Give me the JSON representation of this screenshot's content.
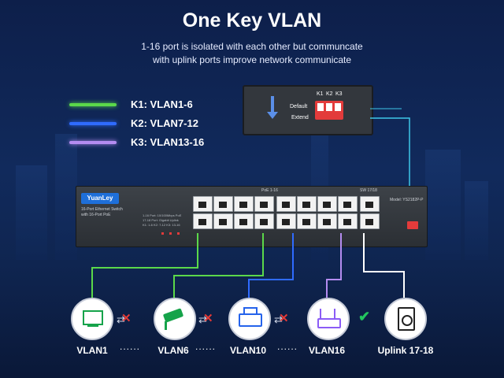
{
  "title": "One Key VLAN",
  "subtitle": {
    "line1": "1-16 port is isolated with each other but communcate",
    "line2": "with uplink ports improve network communicate"
  },
  "legend": [
    {
      "label": "K1: VLAN1-6",
      "color": "#5bd84a"
    },
    {
      "label": "K2: VLAN7-12",
      "color": "#2f6bff"
    },
    {
      "label": "K3: VLAN13-16",
      "color": "#b48cf0"
    }
  ],
  "callout": {
    "keys": [
      "K1",
      "K2",
      "K3"
    ],
    "default_label": "Default",
    "extend_label": "Extend",
    "line_color": "#3fc7e8"
  },
  "switch": {
    "brand": "YuanLey",
    "description": "16-Port Ethernet Switch with 16-Port PoE",
    "model": "Model: YS2182P-P",
    "poe_header": "PoE 1-16",
    "uplink_header": "SW 17/18",
    "specs": [
      "1-16 Port: 10/100Mbps PoE",
      "17-18 Port: Gigabit Uplink",
      "K1: 1-6  K2: 7-12  K3: 13-16"
    ]
  },
  "devices": [
    {
      "label": "VLAN1",
      "icon": "monitor-icon"
    },
    {
      "label": "VLAN6",
      "icon": "camera-icon"
    },
    {
      "label": "VLAN10",
      "icon": "printer-icon"
    },
    {
      "label": "VLAN16",
      "icon": "router-icon"
    },
    {
      "label": "Uplink 17-18",
      "icon": "speaker-icon"
    }
  ],
  "separators": [
    "......",
    "......",
    "......"
  ],
  "colors": {
    "x_mark": "#e53935",
    "check_mark": "#22c55e"
  }
}
